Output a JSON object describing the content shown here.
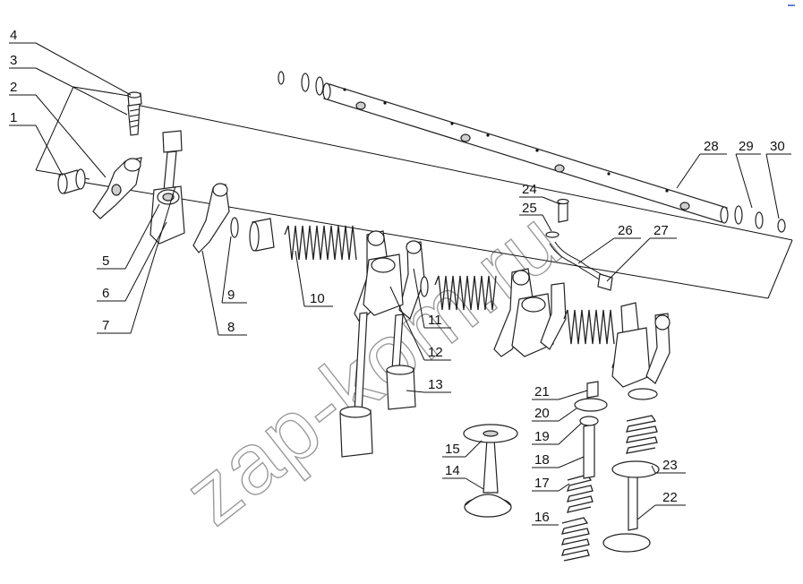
{
  "diagram": {
    "watermark": "zap-kom.ru",
    "callouts": [
      {
        "n": "1"
      },
      {
        "n": "2"
      },
      {
        "n": "3"
      },
      {
        "n": "4"
      },
      {
        "n": "5"
      },
      {
        "n": "6"
      },
      {
        "n": "7"
      },
      {
        "n": "8"
      },
      {
        "n": "9"
      },
      {
        "n": "10"
      },
      {
        "n": "11"
      },
      {
        "n": "12"
      },
      {
        "n": "13"
      },
      {
        "n": "14"
      },
      {
        "n": "15"
      },
      {
        "n": "16"
      },
      {
        "n": "17"
      },
      {
        "n": "18"
      },
      {
        "n": "19"
      },
      {
        "n": "20"
      },
      {
        "n": "21"
      },
      {
        "n": "22"
      },
      {
        "n": "23"
      },
      {
        "n": "24"
      },
      {
        "n": "25"
      },
      {
        "n": "26"
      },
      {
        "n": "27"
      },
      {
        "n": "28"
      },
      {
        "n": "29"
      },
      {
        "n": "30"
      }
    ]
  }
}
